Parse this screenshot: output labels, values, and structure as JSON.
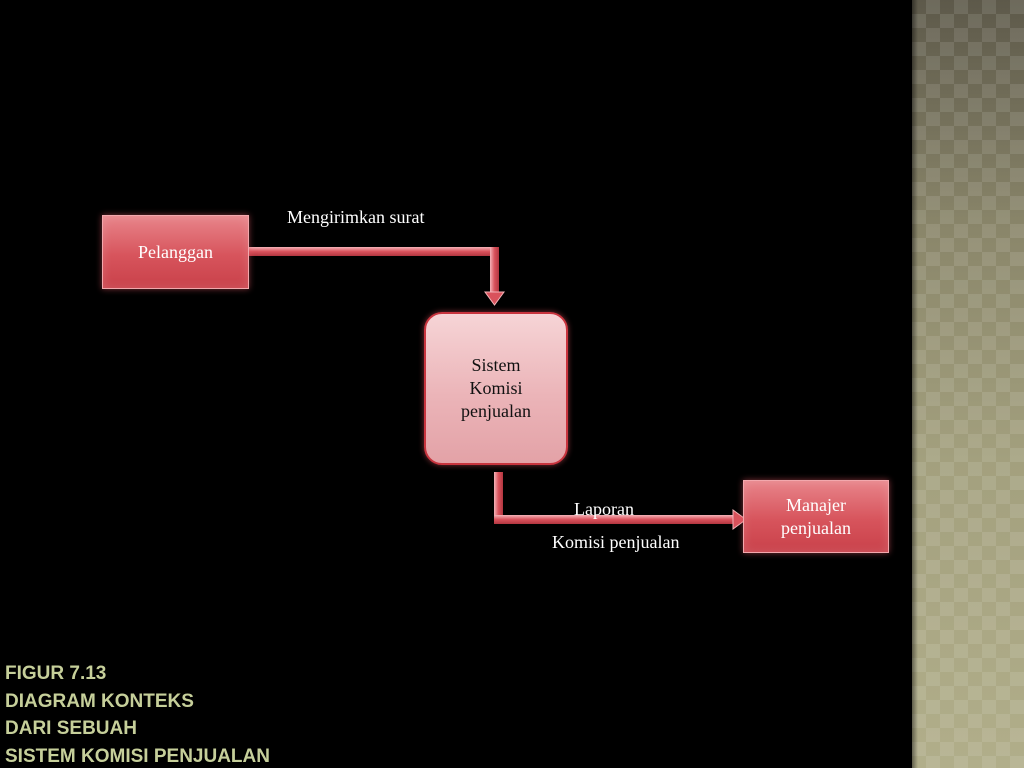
{
  "diagram": {
    "entities": {
      "pelanggan": "Pelanggan",
      "manajer": "Manajer\npenjualan"
    },
    "process": {
      "label": "Sistem\nKomisi\npenjualan"
    },
    "flows": {
      "surat": "Mengirimkan surat",
      "laporan_line1": "Laporan",
      "laporan_line2": "Komisi penjualan"
    }
  },
  "caption": {
    "line1": "FIGUR 7.13",
    "line2": "DIAGRAM KONTEKS",
    "line3": "DARI SEBUAH",
    "line4": "SISTEM KOMISI PENJUALAN"
  },
  "colors": {
    "background": "#000000",
    "entity_fill": "#d7545c",
    "process_fill": "#f0c4c7",
    "arrow": "#d9525c",
    "caption": "#c6cf9a",
    "side_band": "#8f8c6c"
  }
}
